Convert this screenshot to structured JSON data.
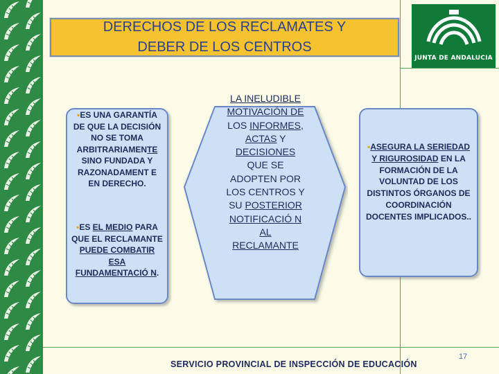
{
  "title": {
    "line1": "DERECHOS DE LOS RECLAMATES Y",
    "line2": "DEBER DE LOS CENTROS"
  },
  "logo": {
    "text": "JUNTA DE ANDALUCIA"
  },
  "left_panel": {
    "item1_bullet": "▪",
    "item1_a": "ES UNA GARANTÍA DE QUE LA DECISIÓN NO SE TOMA ARBITRARIAMEN",
    "item1_b": "TE ",
    "item1_c": "SINO FUNDADA Y RAZONADAMENT E EN DERECHO.",
    "item2_bullet": "▪",
    "item2_a": "ES ",
    "item2_b": "EL MEDIO",
    "item2_c": " PARA QUE EL RECLAMANTE ",
    "item2_d": "PUEDE COMBATIR ESA FUNDAMENTACIÓ N",
    "item2_e": "."
  },
  "middle_panel": {
    "a": "LA INELUDIBLE MOTIVACIÓN DE",
    "b": " LOS ",
    "c": "INFORMES,",
    "d": " ",
    "e": "ACTAS",
    "f": " Y ",
    "g": "DECISIONES",
    "h": " QUE SE ADOPTEN POR LOS CENTROS Y SU ",
    "i": "POSTERIOR NOTIFICACIÓ N AL RECLAMANTE"
  },
  "right_panel": {
    "bullet": "▪",
    "a": "ASEGURA LA SERIEDAD Y RIGUROSIDAD",
    "b": " EN LA FORMACIÓN DE LA VOLUNTAD DE LOS DISTINTOS ÓRGANOS DE COORDINACIÓN DOCENTES IMPLICADOS",
    "c": ".."
  },
  "footer": "SERVICIO PROVINCIAL DE INSPECCIÓN DE  EDUCACIÓN",
  "page_number": "17",
  "colors": {
    "strip": "#2f8a45",
    "title_bg": "#f5c230",
    "title_text": "#2a3f8f",
    "panel_bg": "#cde0f5",
    "panel_border": "#6a88c8",
    "text": "#1e2a5a",
    "logo_bg": "#107a39"
  }
}
